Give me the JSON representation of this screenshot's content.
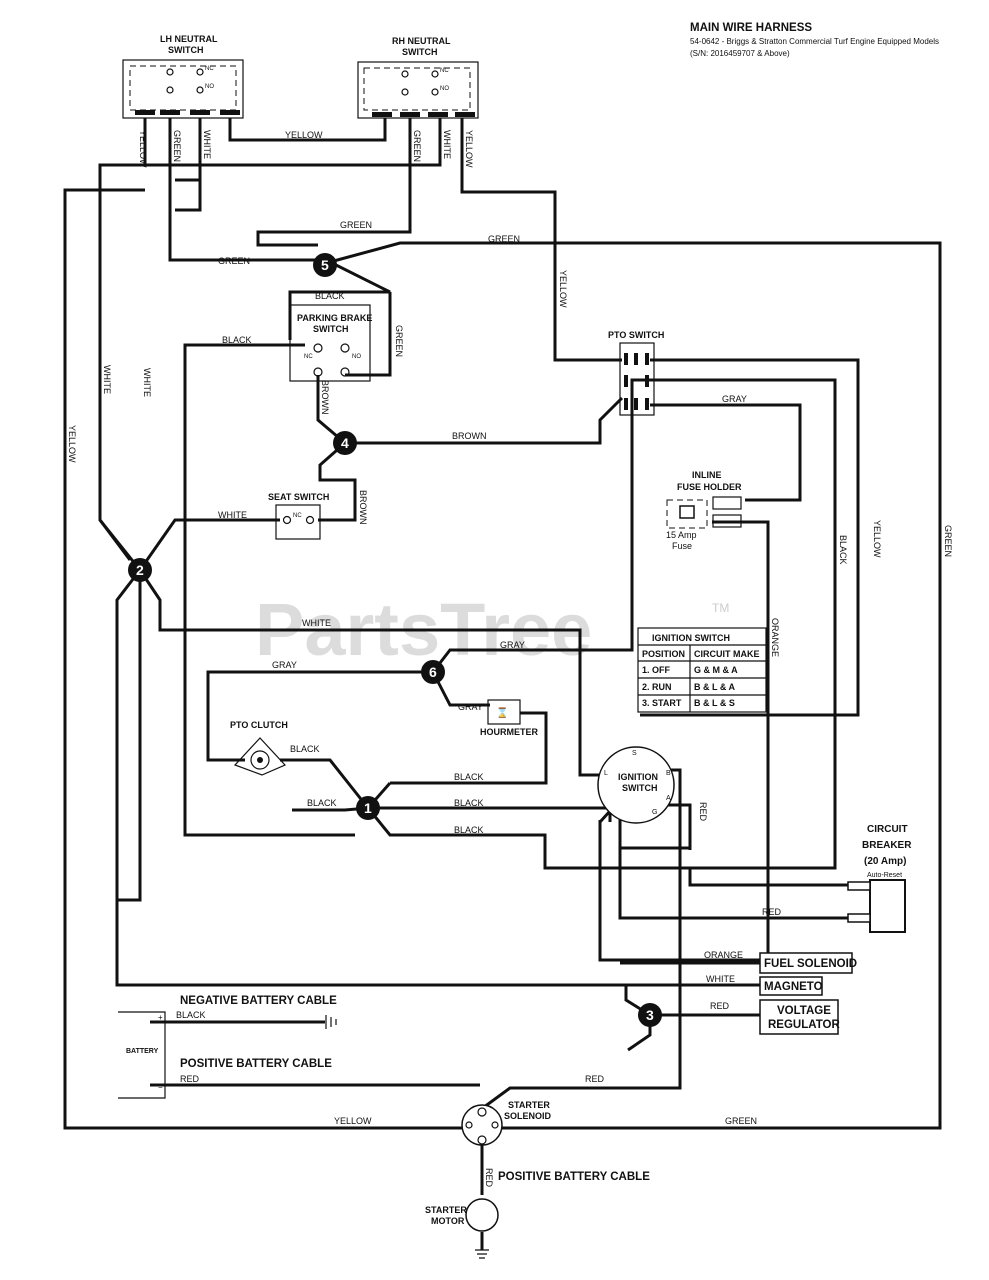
{
  "header": {
    "title": "MAIN WIRE HARNESS",
    "line1": "54-0642 - Briggs & Stratton Commercial Turf Engine Equipped Models",
    "line2": "(S/N: 2016459707 & Above)"
  },
  "watermark": {
    "text": "PartsTree",
    "tm": "TM"
  },
  "components": {
    "lh_neutral_line1": "LH NEUTRAL",
    "lh_neutral_line2": "SWITCH",
    "rh_neutral_line1": "RH NEUTRAL",
    "rh_neutral_line2": "SWITCH",
    "parking_brake_line1": "PARKING BRAKE",
    "parking_brake_line2": "SWITCH",
    "pto_switch": "PTO SWITCH",
    "seat_switch": "SEAT SWITCH",
    "fuse_line1": "INLINE",
    "fuse_line2": "FUSE HOLDER",
    "fuse_rating_line1": "15 Amp",
    "fuse_rating_line2": "Fuse",
    "pto_clutch": "PTO CLUTCH",
    "hourmeter": "HOURMETER",
    "ignition_line1": "IGNITION",
    "ignition_line2": "SWITCH",
    "cb_line1": "CIRCUIT",
    "cb_line2": "BREAKER",
    "cb_line3": "(20 Amp)",
    "cb_line4": "Auto-Reset",
    "fuel_solenoid": "FUEL SOLENOID",
    "magneto": "MAGNETO",
    "vr_line1": "VOLTAGE",
    "vr_line2": "REGULATOR",
    "negative_cable": "NEGATIVE BATTERY CABLE",
    "positive_cable_upper": "POSITIVE BATTERY CABLE",
    "battery": "BATTERY",
    "starter_solenoid_line1": "STARTER",
    "starter_solenoid_line2": "SOLENOID",
    "positive_cable_lower": "POSITIVE BATTERY CABLE",
    "starter_motor_line1": "STARTER",
    "starter_motor_line2": "MOTOR"
  },
  "terminals": {
    "nc": "NC",
    "no": "NO",
    "s": "S",
    "b": "B",
    "a": "A",
    "g": "G",
    "l": "L"
  },
  "ignition_table": {
    "title": "IGNITION SWITCH",
    "col1": "POSITION",
    "col2": "CIRCUIT MAKE",
    "rows": [
      {
        "position": "1. OFF",
        "make": "G & M & A"
      },
      {
        "position": "2. RUN",
        "make": "B & L & A"
      },
      {
        "position": "3. START",
        "make": "B & L & S"
      }
    ]
  },
  "wire_colors": {
    "yellow": "YELLOW",
    "green": "GREEN",
    "white": "WHITE",
    "black": "BLACK",
    "brown": "BROWN",
    "gray": "GRAY",
    "orange": "ORANGE",
    "red": "RED"
  },
  "splice_nodes": [
    "1",
    "2",
    "3",
    "4",
    "5",
    "6"
  ]
}
